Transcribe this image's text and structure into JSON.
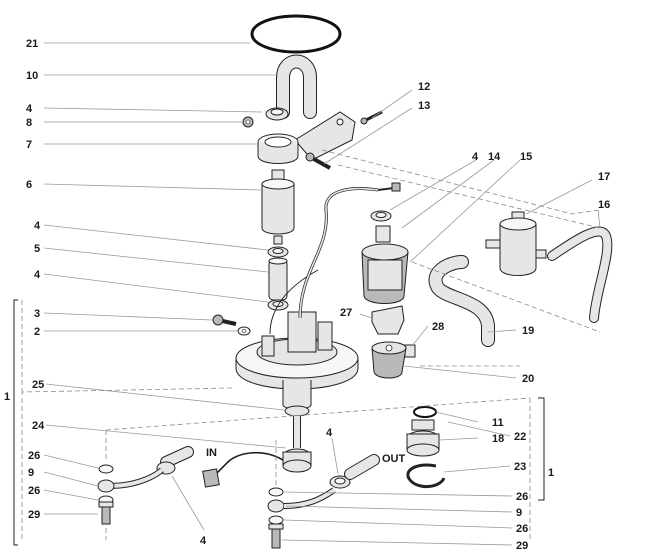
{
  "labels": {
    "p21": "21",
    "p10": "10",
    "p4a": "4",
    "p8": "8",
    "p7": "7",
    "p6": "6",
    "p4b": "4",
    "p5": "5",
    "p4c": "4",
    "p3": "3",
    "p2": "2",
    "p1a": "1",
    "p25": "25",
    "p24": "24",
    "p26a": "26",
    "p9a": "9",
    "p26b": "26",
    "p29a": "29",
    "p4d": "4",
    "p4e": "4",
    "p12": "12",
    "p13": "13",
    "p4f": "4",
    "p14": "14",
    "p15": "15",
    "p17": "17",
    "p16": "16",
    "p27": "27",
    "p28": "28",
    "p19": "19",
    "p20": "20",
    "p11": "11",
    "p18": "18",
    "p22": "22",
    "p23": "23",
    "p1b": "1",
    "p26c": "26",
    "p9b": "9",
    "p26d": "26",
    "p29b": "29"
  },
  "ports": {
    "in": "IN",
    "out": "OUT"
  },
  "colors": {
    "ink": "#1a1a1a",
    "leader": "#9a9a9a",
    "part_fill": "#e6e6e6",
    "part_dark": "#b9b9b9"
  }
}
